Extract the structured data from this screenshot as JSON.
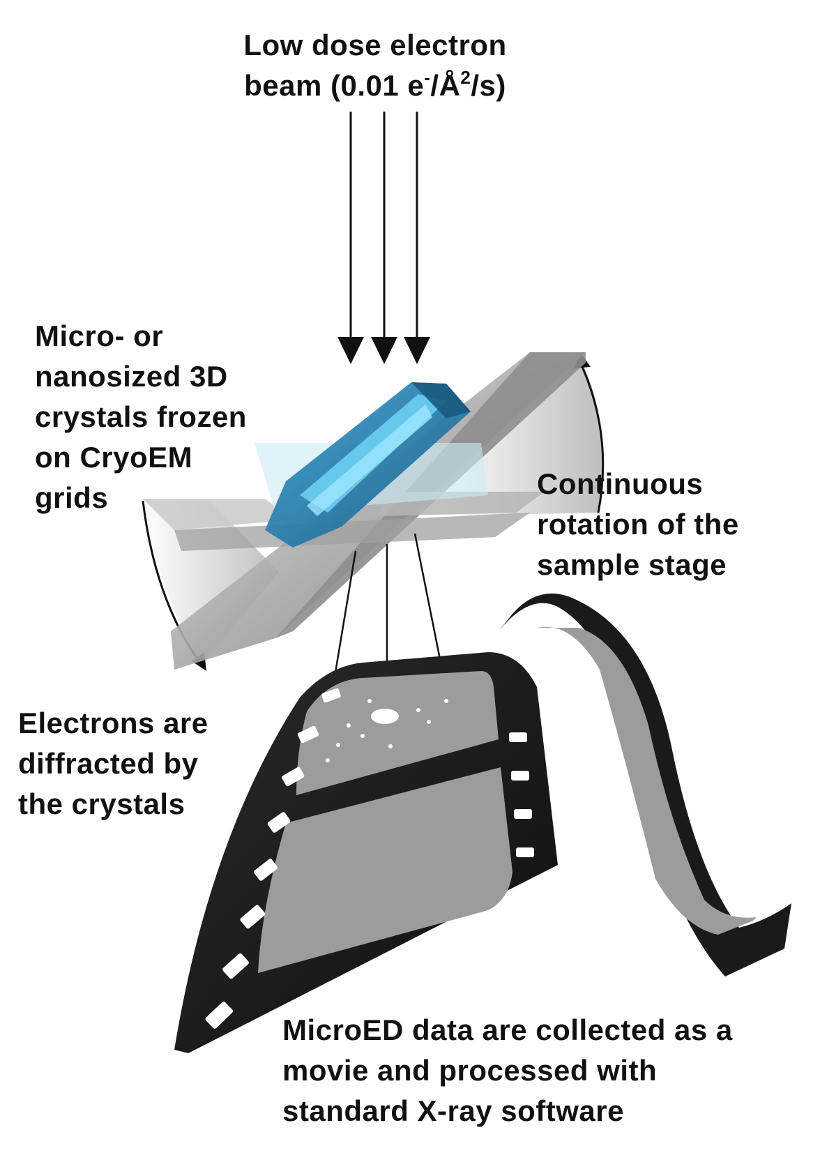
{
  "labels": {
    "beam": {
      "line1": "Low dose electron",
      "line2_prefix": "beam (0.01 e",
      "line2_sup1": "-",
      "line2_mid": "/Å",
      "line2_sup2": "2",
      "line2_suffix": "/s)"
    },
    "crystals": [
      "Micro- or",
      "nanosized 3D",
      "crystals frozen",
      "on CryoEM",
      "grids"
    ],
    "rotation": [
      "Continuous",
      "rotation of the",
      "sample stage"
    ],
    "diffraction": [
      "Electrons are",
      "diffracted by",
      "the crystals"
    ],
    "movie": [
      "MicroED data are collected as a",
      "movie and processed with",
      "standard X-ray software"
    ]
  },
  "colors": {
    "text": "#111111",
    "arrow": "#111111",
    "crystal": "#2a86b8",
    "crystal_highlight": "#6fd3f5",
    "stage_gray": "#9a9a9a",
    "film_black": "#1a1a1a",
    "film_frame": "#9c9c9c"
  },
  "icons": [
    "beam-arrow-icon",
    "rotation-arrow-icon",
    "film-strip-icon",
    "crystal-icon",
    "diffraction-spot-icon"
  ]
}
